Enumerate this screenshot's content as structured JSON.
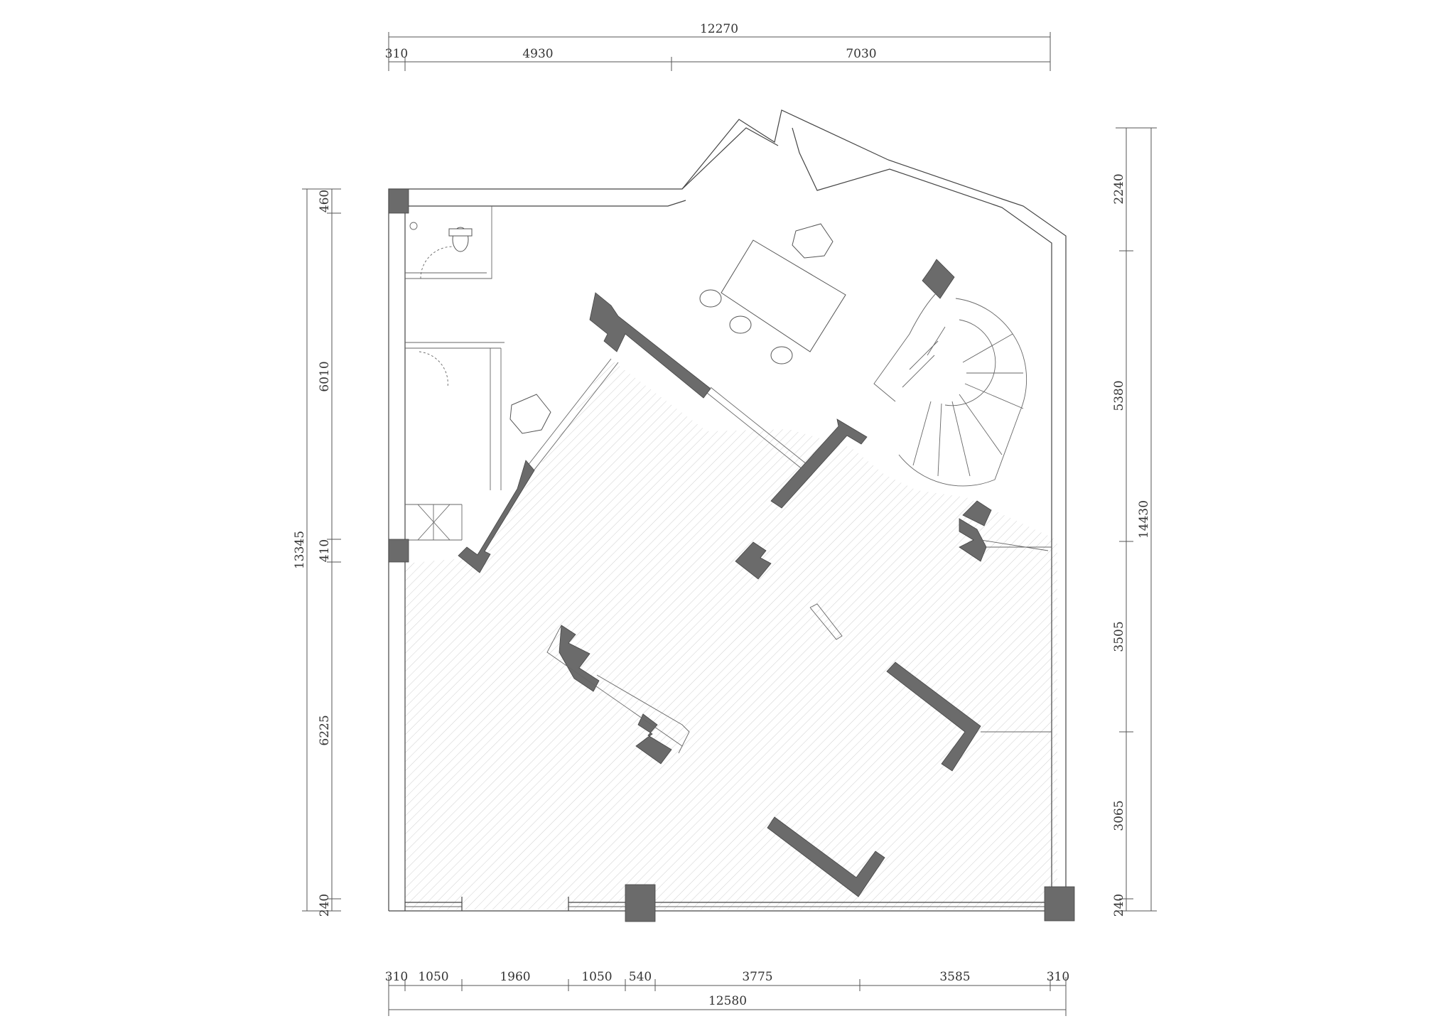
{
  "colors": {
    "background": "#ffffff",
    "wall_line": "#444444",
    "column_fill": "#6b6b6b",
    "hatch": "#d0d0d0",
    "dimension": "#555555"
  },
  "dimensions": {
    "top_overall": "12270",
    "top_segments": [
      "310",
      "4930",
      "7030"
    ],
    "bottom_segments": [
      "310",
      "1050",
      "1960",
      "1050",
      "540",
      "3775",
      "3585",
      "310"
    ],
    "bottom_overall": "12580",
    "left_segments": [
      "460",
      "6010",
      "410",
      "6225",
      "240"
    ],
    "left_overall": "13345",
    "right_segments": [
      "2240",
      "5380",
      "3505",
      "3065",
      "240"
    ],
    "right_overall": "14430"
  }
}
